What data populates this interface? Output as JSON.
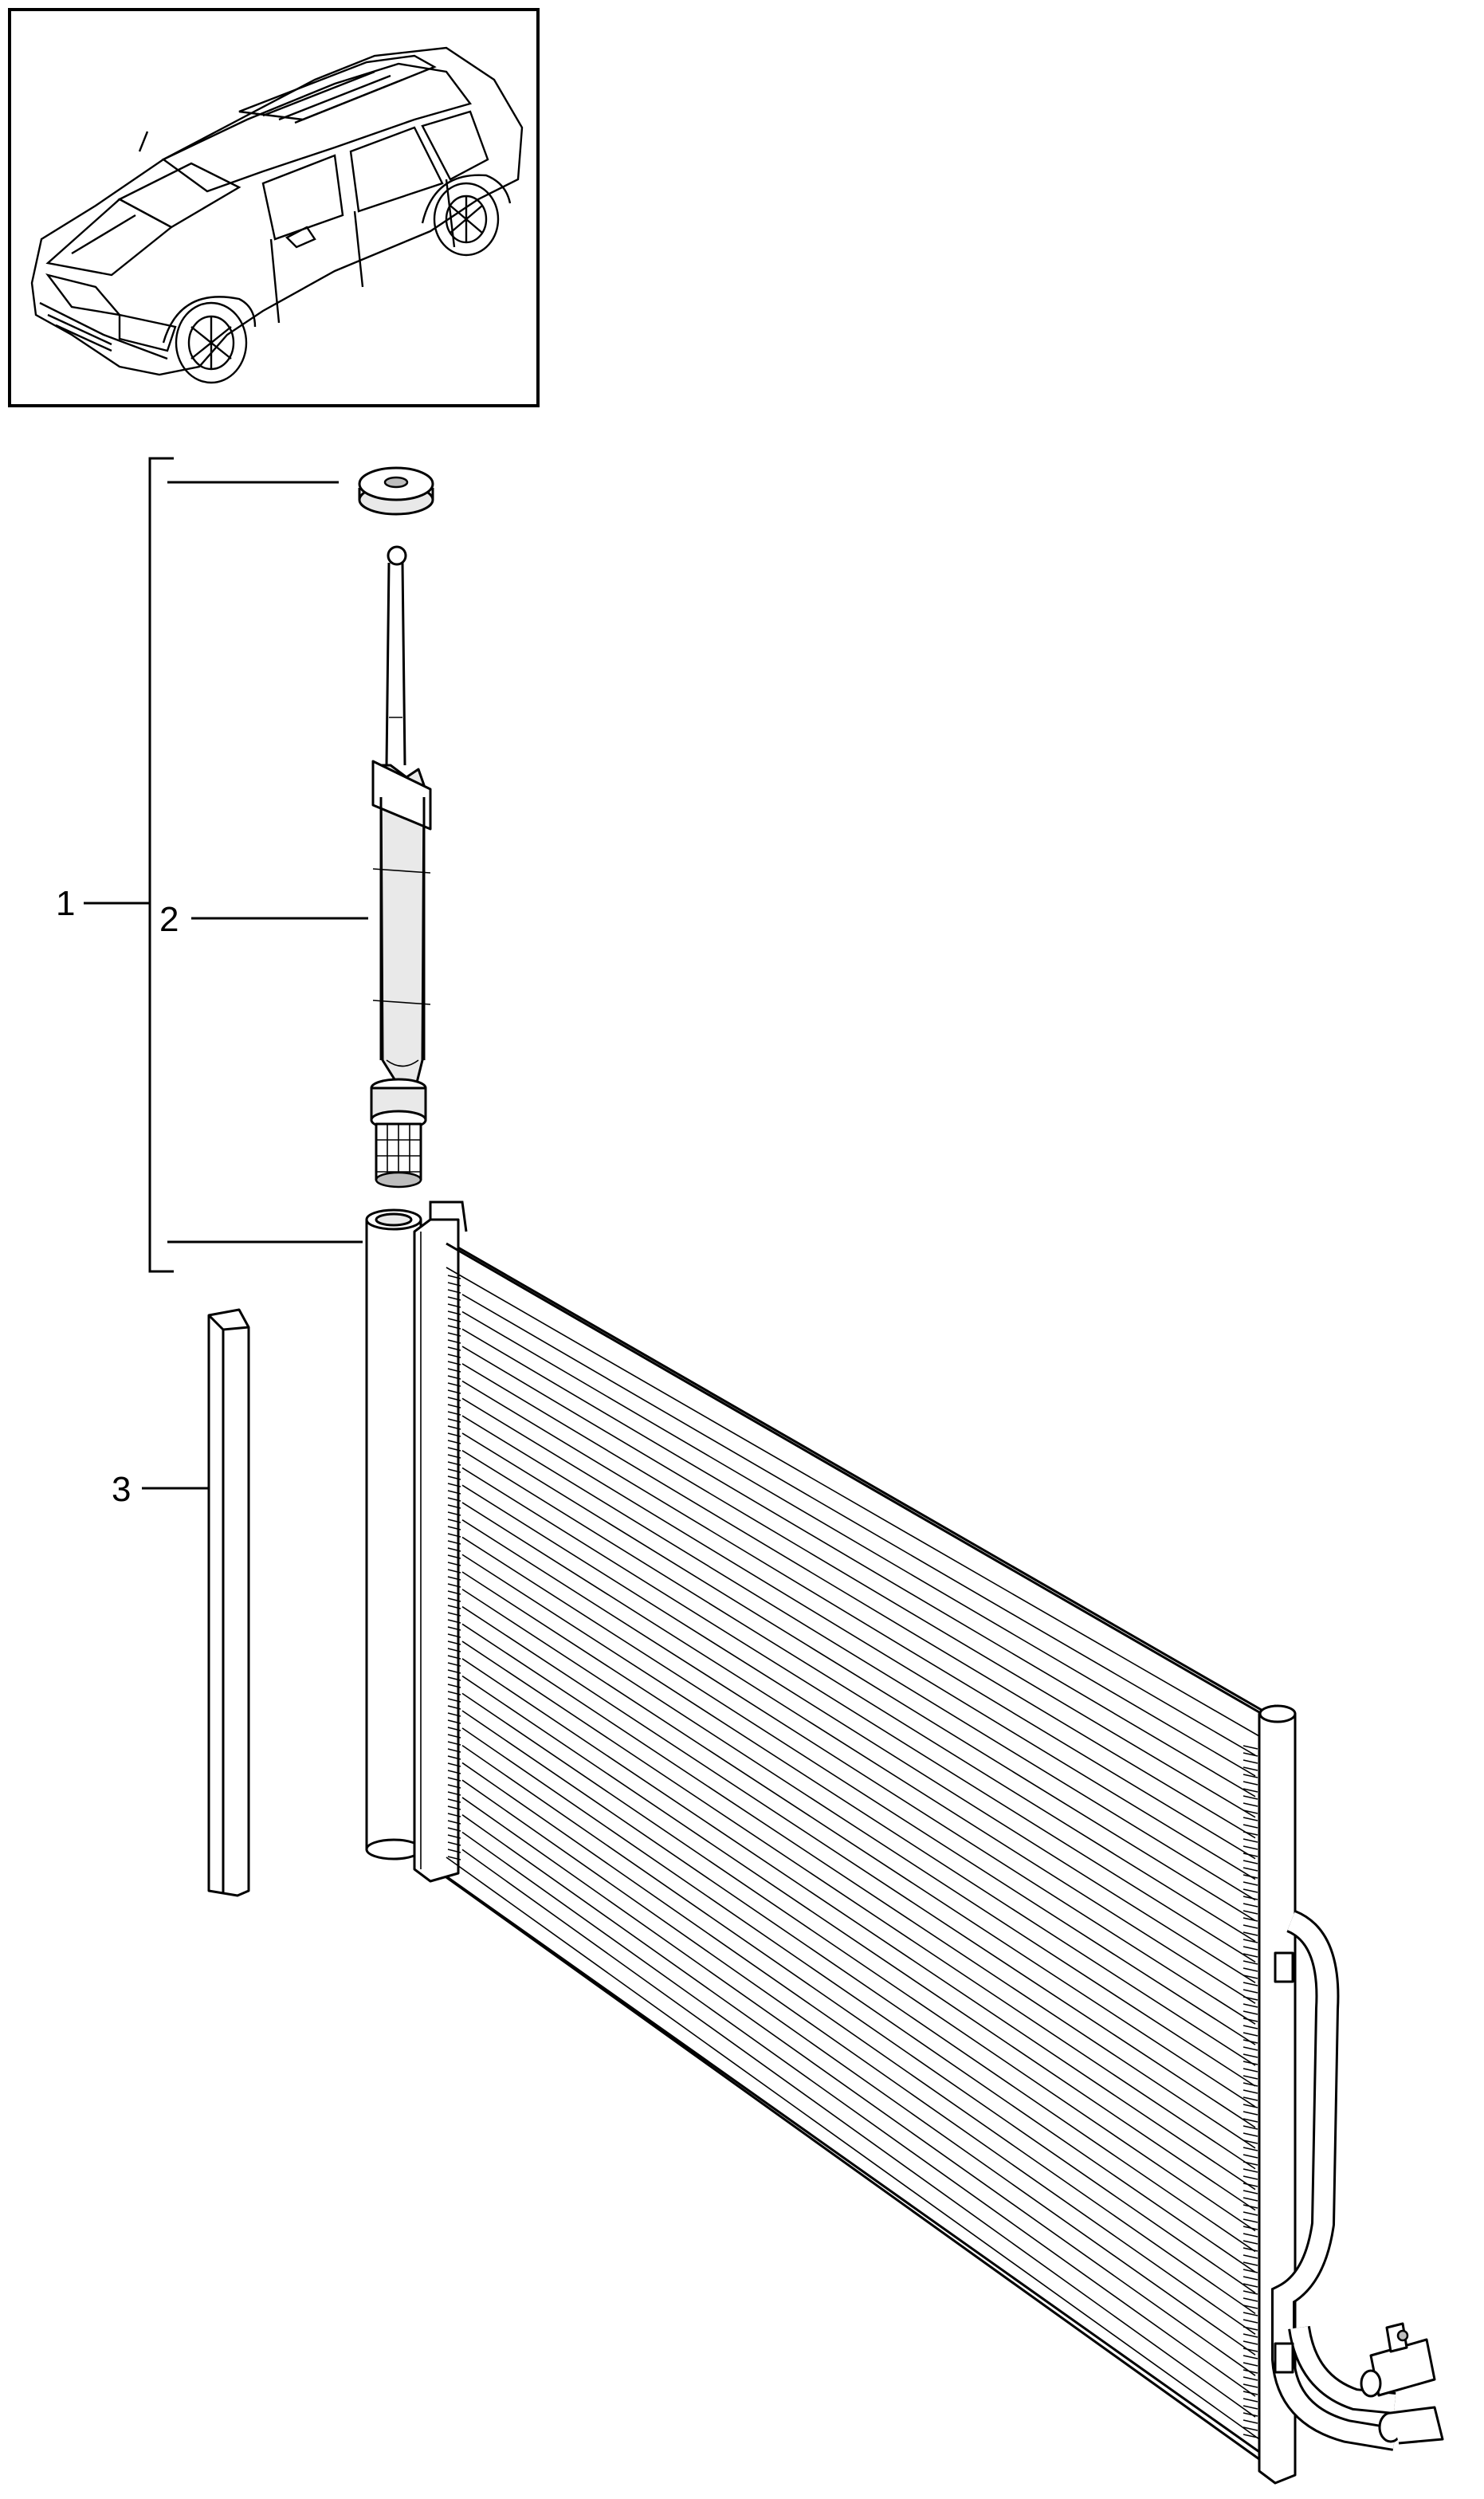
{
  "diagram": {
    "callouts": [
      {
        "id": "1",
        "label": "1"
      },
      {
        "id": "2",
        "label": "2"
      },
      {
        "id": "3",
        "label": "3"
      }
    ],
    "thumbnail": {
      "icon": "suv-vehicle-icon"
    },
    "parts": [
      {
        "icon": "grommet-icon"
      },
      {
        "icon": "dryer-rod-icon"
      },
      {
        "icon": "filter-dryer-cartridge-icon"
      },
      {
        "icon": "filter-screen-icon"
      },
      {
        "icon": "receiver-tube-icon"
      },
      {
        "icon": "ac-condenser-icon"
      },
      {
        "icon": "seal-strip-icon"
      },
      {
        "icon": "refrigerant-pipes-icon"
      }
    ]
  }
}
